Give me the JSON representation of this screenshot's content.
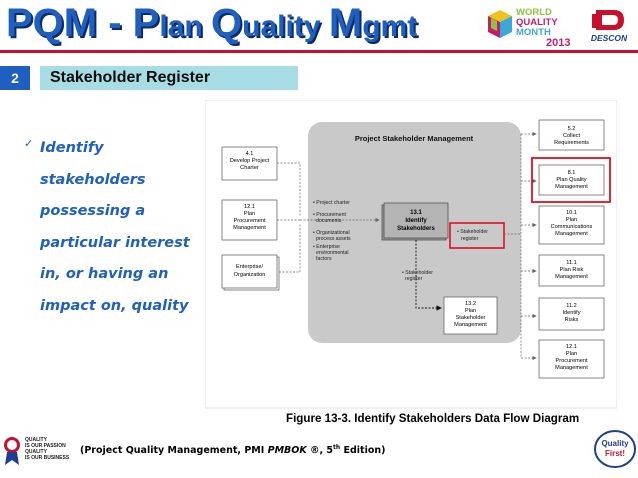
{
  "header": {
    "title_parts": [
      "PQM - P",
      "lan ",
      "Q",
      "uality ",
      "M",
      "gmt"
    ],
    "wqm_lines": [
      "WORLD",
      "QUALITY",
      "MONTH",
      "2013"
    ],
    "descon": "DESCON"
  },
  "section": {
    "number": "2",
    "title": "Stakeholder Register"
  },
  "bullet": {
    "check": "✓",
    "lines": [
      "Identify",
      "stakeholders",
      "possessing a",
      "particular interest",
      "in, or having an",
      "impact on, quality"
    ]
  },
  "diagram": {
    "panel_title": "Project Stakeholder Management",
    "inputs": [
      {
        "num": "4.1",
        "lines": [
          "Develop Project",
          "Charter"
        ]
      },
      {
        "num": "12.1",
        "lines": [
          "Plan",
          "Procurement",
          "Management"
        ]
      },
      {
        "num": "",
        "lines": [
          "Enterprise/",
          "Organization"
        ]
      }
    ],
    "center": {
      "num": "13.1",
      "lines": [
        "Identify",
        "Stakeholders"
      ]
    },
    "bottom": {
      "num": "13.2",
      "lines": [
        "Plan",
        "Stakeholder",
        "Management"
      ]
    },
    "input_labels": [
      "• Project charter",
      "• Procurement",
      "documents",
      "• Organizational",
      "process assets",
      "• Enterprise",
      "environmental",
      "factors"
    ],
    "output_label": [
      "• Stakeholder",
      "register"
    ],
    "down_label": [
      "• Stakeholder",
      "register"
    ],
    "outputs": [
      {
        "num": "5.2",
        "lines": [
          "Collect",
          "Requirements"
        ]
      },
      {
        "num": "8.1",
        "lines": [
          "Plan Quality",
          "Management"
        ]
      },
      {
        "num": "10.1",
        "lines": [
          "Plan",
          "Communications",
          "Management"
        ]
      },
      {
        "num": "11.1",
        "lines": [
          "Plan Risk",
          "Management"
        ]
      },
      {
        "num": "11.2",
        "lines": [
          "Identify",
          "Risks"
        ]
      },
      {
        "num": "12.1",
        "lines": [
          "Plan",
          "Procurement",
          "Management"
        ]
      }
    ],
    "caption": "Figure 13-3. Identify Stakeholders Data Flow Diagram",
    "highlight_color": "#e0101e"
  },
  "footer": {
    "passion_lines": [
      "QUALITY",
      "IS OUR PASSION",
      "QUALITY",
      "IS OUR BUSINESS"
    ],
    "citation_pre": "(Project Quality Management, PMI ",
    "citation_em": "PMBOK ®",
    "citation_mid": ", 5",
    "citation_sup": "th",
    "citation_post": " Edition)",
    "qfirst_lines": [
      "Quality",
      "First!"
    ]
  }
}
